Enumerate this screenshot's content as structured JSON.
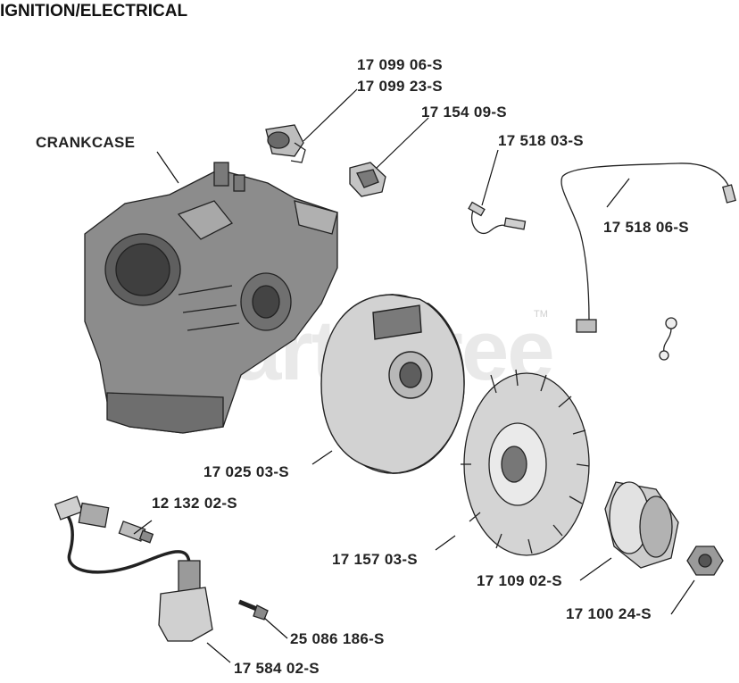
{
  "title": "IGNITION/ELECTRICAL",
  "watermark": "artsTree",
  "watermark_tm": "TM",
  "callouts": {
    "crankcase": "CRANKCASE",
    "p1709906": "17 099 06-S",
    "p1709923": "17 099 23-S",
    "p1715409": "17 154 09-S",
    "p1751803": "17 518 03-S",
    "p1751806": "17 518 06-S",
    "p1702503": "17 025 03-S",
    "p1213202": "12 132 02-S",
    "p1715703": "17 157 03-S",
    "p1710902": "17 109 02-S",
    "p1710024": "17 100 24-S",
    "p25086186": "25 086 186-S",
    "p1758402": "17 584 02-S"
  }
}
